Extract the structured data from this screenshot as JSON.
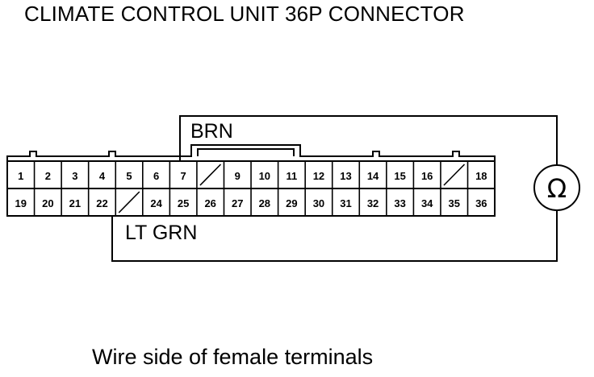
{
  "title": "CLIMATE CONTROL UNIT 36P CONNECTOR",
  "caption": "Wire side of female terminals",
  "wires": {
    "upper": "BRN",
    "lower": "LT GRN"
  },
  "meter_symbol": "Ω",
  "connector": {
    "row1": [
      "1",
      "2",
      "3",
      "4",
      "5",
      "6",
      "7",
      "",
      "9",
      "10",
      "11",
      "12",
      "13",
      "14",
      "15",
      "16",
      "",
      "18"
    ],
    "row2": [
      "19",
      "20",
      "21",
      "22",
      "",
      "24",
      "25",
      "26",
      "27",
      "28",
      "29",
      "30",
      "31",
      "32",
      "33",
      "34",
      "35",
      "36"
    ]
  }
}
